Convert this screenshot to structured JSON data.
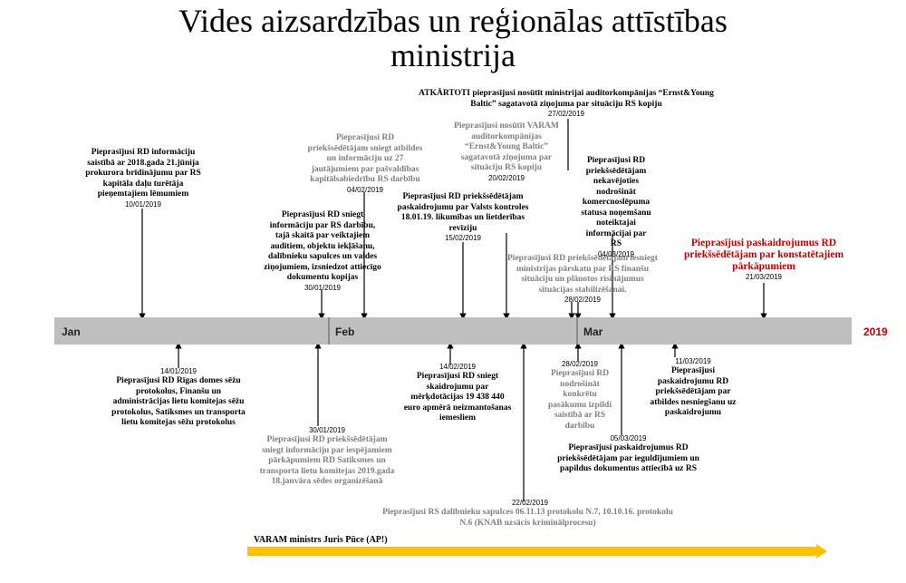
{
  "title": "Vides aizsardzības un reģionālas attīstības\nministrija",
  "timeline": {
    "months": [
      "Jan",
      "Feb",
      "Mar"
    ],
    "year": "2019"
  },
  "events": [
    {
      "id": "e1",
      "text": "Pieprasījusi RD informāciju saistībā ar 2018.gada 21.jūnija prokurora brīdinājumu par RS kapitāla daļu turētāja pieņemtajiem lēmumiem",
      "date": "10/01/2019",
      "style": "black"
    },
    {
      "id": "e2",
      "text": "Pieprasījusi RD Rīgas domes sēžu protokolus, Finanšu un administrācijas lietu komitejas sēžu protokolus, Satiksmes un transporta lietu komitejas sēžu protokolus",
      "date": "14/01/2019",
      "style": "black"
    },
    {
      "id": "e3",
      "text": "Pieprasījusi RD priekšsēdētājam sniegt atbildes un informāciju uz 27 jautājumiem par pašvaldības kapitālsabiedrību RS darbību",
      "date": "04/02/2019",
      "style": "gray"
    },
    {
      "id": "e4",
      "text": "Pieprasījusi RD sniegt informāciju par RS darbību, tajā skaitā par veiktajiem auditiem, objektu iekļāšanu, dalībnieku sapulces un valdes ziņojumiem, izsniedzot attiecīgo dokumentu kopijas",
      "date": "30/01/2019",
      "style": "black"
    },
    {
      "id": "e5",
      "text": "Pieprasījusi RD priekšsēdētājam sniegt informāciju par iespējamiem pārkāpumiem RD Satiksmes un transporta lietu komitejas 2019.gada 18.janvāra sēdes organizēšanā",
      "date": "30/01/2019",
      "style": "gray"
    },
    {
      "id": "e6",
      "text": "Pieprasījusi RD priekšsēdētājam paskaidrojumu par Valsts kontroles 18.01.19. likumības un lietderības revīziju",
      "date": "15/02/2019",
      "style": "black"
    },
    {
      "id": "e7",
      "text": "Pieprasījusi RD sniegt skaidrojumu par mērķdotācijas 19 438 440 euro apmērā neizmantošanas iemesliem",
      "date": "14/02/2019",
      "style": "black"
    },
    {
      "id": "e8",
      "text": "ATKĀRTOTI pieprasījusi nosūtīt ministrijai auditorkompānijas “Ernst&Young Baltic” sagatavotā ziņojuma par situāciju RS kopiju",
      "date": "27/02/2019",
      "style": "black"
    },
    {
      "id": "e9",
      "text": "Pieprasījusi nosūtīt VARAM auditorkompānijas “Ernst&Young Baltic” sagatavotā ziņojuma par situāciju RS kopiju",
      "date": "20/02/2019",
      "style": "gray"
    },
    {
      "id": "e10",
      "text": "Pieprasījusi RD priekšsēdētājam iesniegt ministrijas pārskatu par RS finanšu situāciju un plānotos risinājumus situācijas stabilizēšanai.",
      "date": "28/02/2019",
      "style": "gray"
    },
    {
      "id": "e11",
      "text": "Pieprasījusi RD priekšsēdētājam nekavējoties nodrošināt komercnoslēpuma statusa noņemšanu noteiktajai informācijai par RS",
      "date": "04/03/2019",
      "style": "black"
    },
    {
      "id": "e12",
      "text": "Pieprasījusi RD nodrošināt konkrētu pasākumu izpildi saistībā ar RS darbību",
      "date": "28/02/2019",
      "style": "gray"
    },
    {
      "id": "e13",
      "text": "Pieprasījusi RS dalībnieku sapulces 06.11.13 protokolu N.7, 10.10.16. protokolu N.6 (KNAB uzsācis kriminālprocesu)",
      "date": "22/02/2019",
      "style": "gray"
    },
    {
      "id": "e14",
      "text": "Pieprasījusi paskaidrojumus RD priekšsēdētājam par ieguldījumiem un papildus dokumentus attiecībā uz RS",
      "date": "05/03/2019",
      "style": "black"
    },
    {
      "id": "e15",
      "text": "Pieprasījusi paskaidrojumu RD priekšsēdētājam par atbildes nesniegšanu uz paskaidrojumu",
      "date": "11/03/2019",
      "style": "black"
    },
    {
      "id": "e16",
      "text": "Pieprasījusi paskaidrojumus RD priekšsēdētājam par konstatētajiem pārkāpumiem",
      "date": "21/03/2019",
      "style": "red"
    }
  ],
  "minister": {
    "label": "VARAM ministrs Juris Pūce (AP!)",
    "color": "#ffc000"
  },
  "colors": {
    "bar": "#bfbfbf",
    "black_text": "#000000",
    "gray_text": "#7f7f7f",
    "accent_red": "#c00000"
  }
}
